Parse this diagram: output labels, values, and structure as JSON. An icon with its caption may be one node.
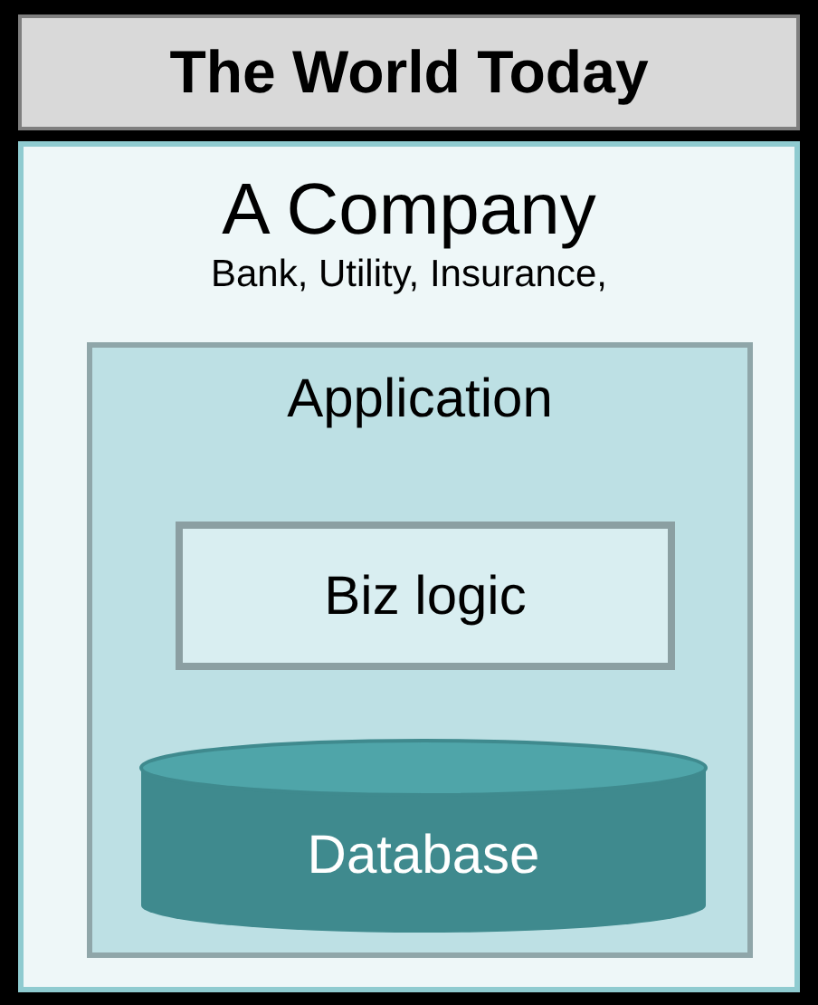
{
  "diagram": {
    "nodes": [
      {
        "text": [
          "The World Today"
        ]
      },
      {
        "text": [
          "A Company",
          "Bank, Utility, Insurance,"
        ]
      },
      {
        "text": [
          "Application"
        ],
        "in": 1
      },
      {
        "text": [
          "Biz logic"
        ],
        "in": 2
      },
      {
        "text": [
          "Database"
        ],
        "in": 2
      }
    ]
  }
}
